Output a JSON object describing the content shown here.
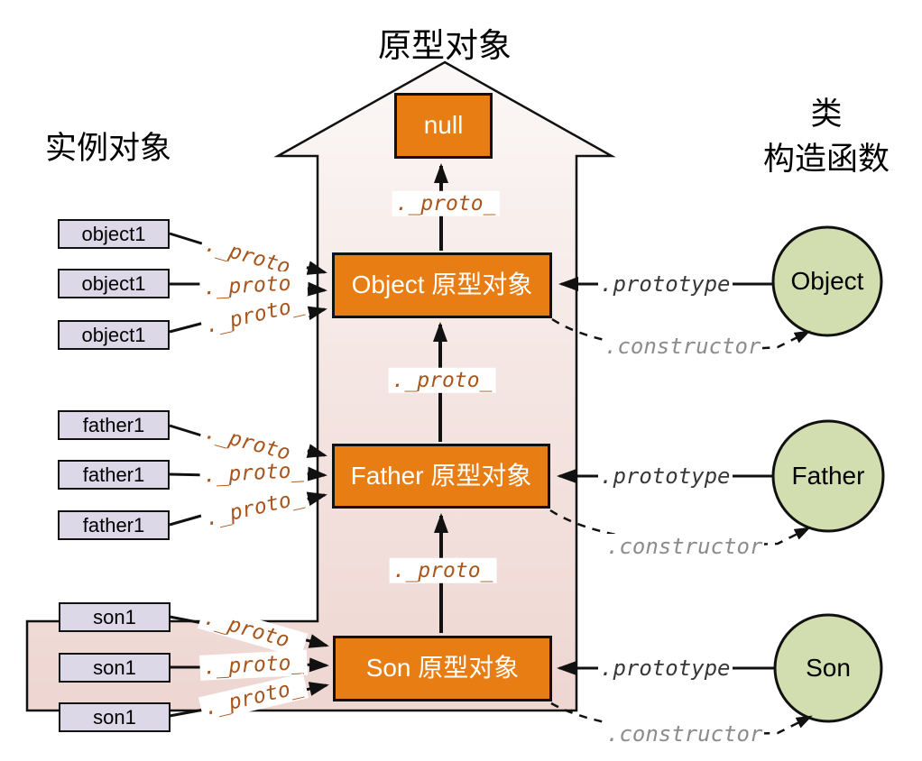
{
  "diagram": {
    "title": "原型对象",
    "instances_label": "实例对象",
    "classes_label_line1": "类",
    "classes_label_line2": "构造函数"
  },
  "prototype_chain": {
    "null": "null",
    "object": "Object 原型对象",
    "father": "Father 原型对象",
    "son": "Son 原型对象"
  },
  "instances": {
    "object_group": [
      "object1",
      "object1",
      "object1"
    ],
    "father_group": [
      "father1",
      "father1",
      "father1"
    ],
    "son_group": [
      "son1",
      "son1",
      "son1"
    ]
  },
  "constructors": {
    "object": "Object",
    "father": "Father",
    "son": "Son"
  },
  "edges": {
    "proto_label": "._proto_",
    "prototype_label": ".prototype",
    "constructor_label": ".constructor"
  },
  "colors": {
    "box_orange": "#e87d13",
    "instance_lavender": "#dcd8e8",
    "class_green": "#d3deb0",
    "proto_text": "#a8551c",
    "arrow_fill_top": "#fbf8f7",
    "arrow_fill_bottom": "#eed7d2",
    "outline": "#111111"
  }
}
